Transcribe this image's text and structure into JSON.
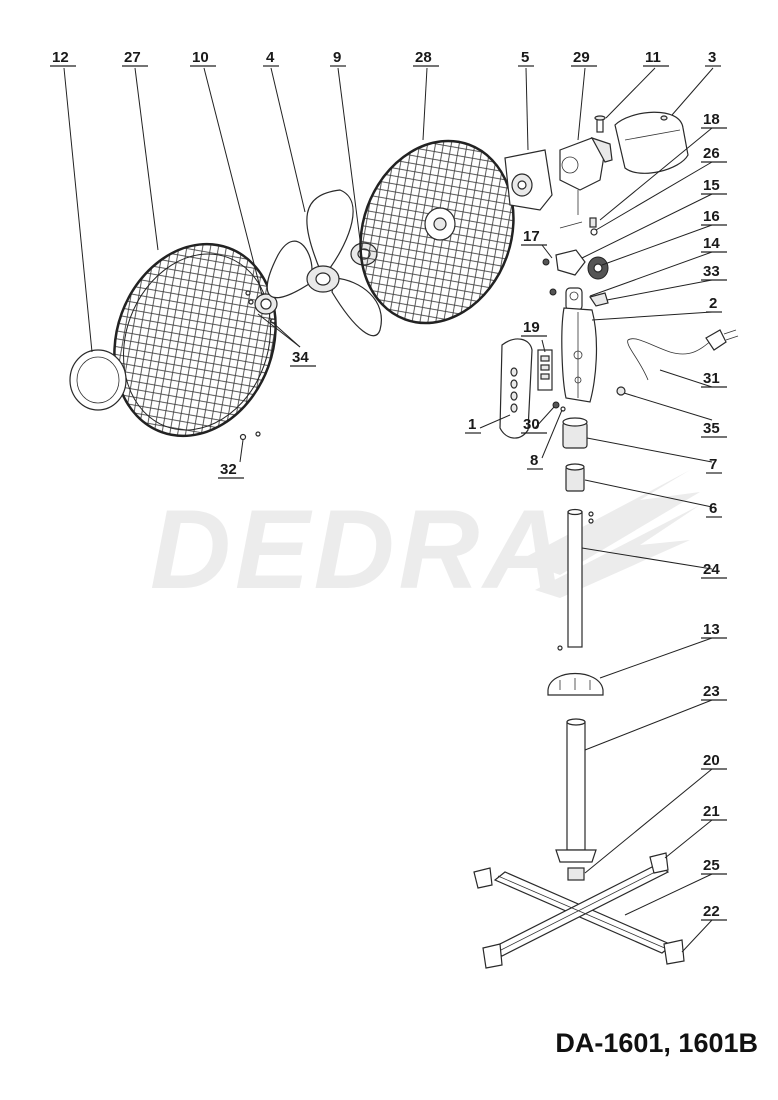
{
  "watermark": "DEDRA",
  "model": "DA-1601, 1601B",
  "callouts": [
    "12",
    "27",
    "10",
    "4",
    "9",
    "28",
    "5",
    "29",
    "11",
    "3",
    "18",
    "26",
    "15",
    "16",
    "17",
    "14",
    "33",
    "2",
    "19",
    "31",
    "35",
    "34",
    "1",
    "30",
    "8",
    "7",
    "32",
    "6",
    "24",
    "13",
    "23",
    "20",
    "21",
    "25",
    "22"
  ]
}
